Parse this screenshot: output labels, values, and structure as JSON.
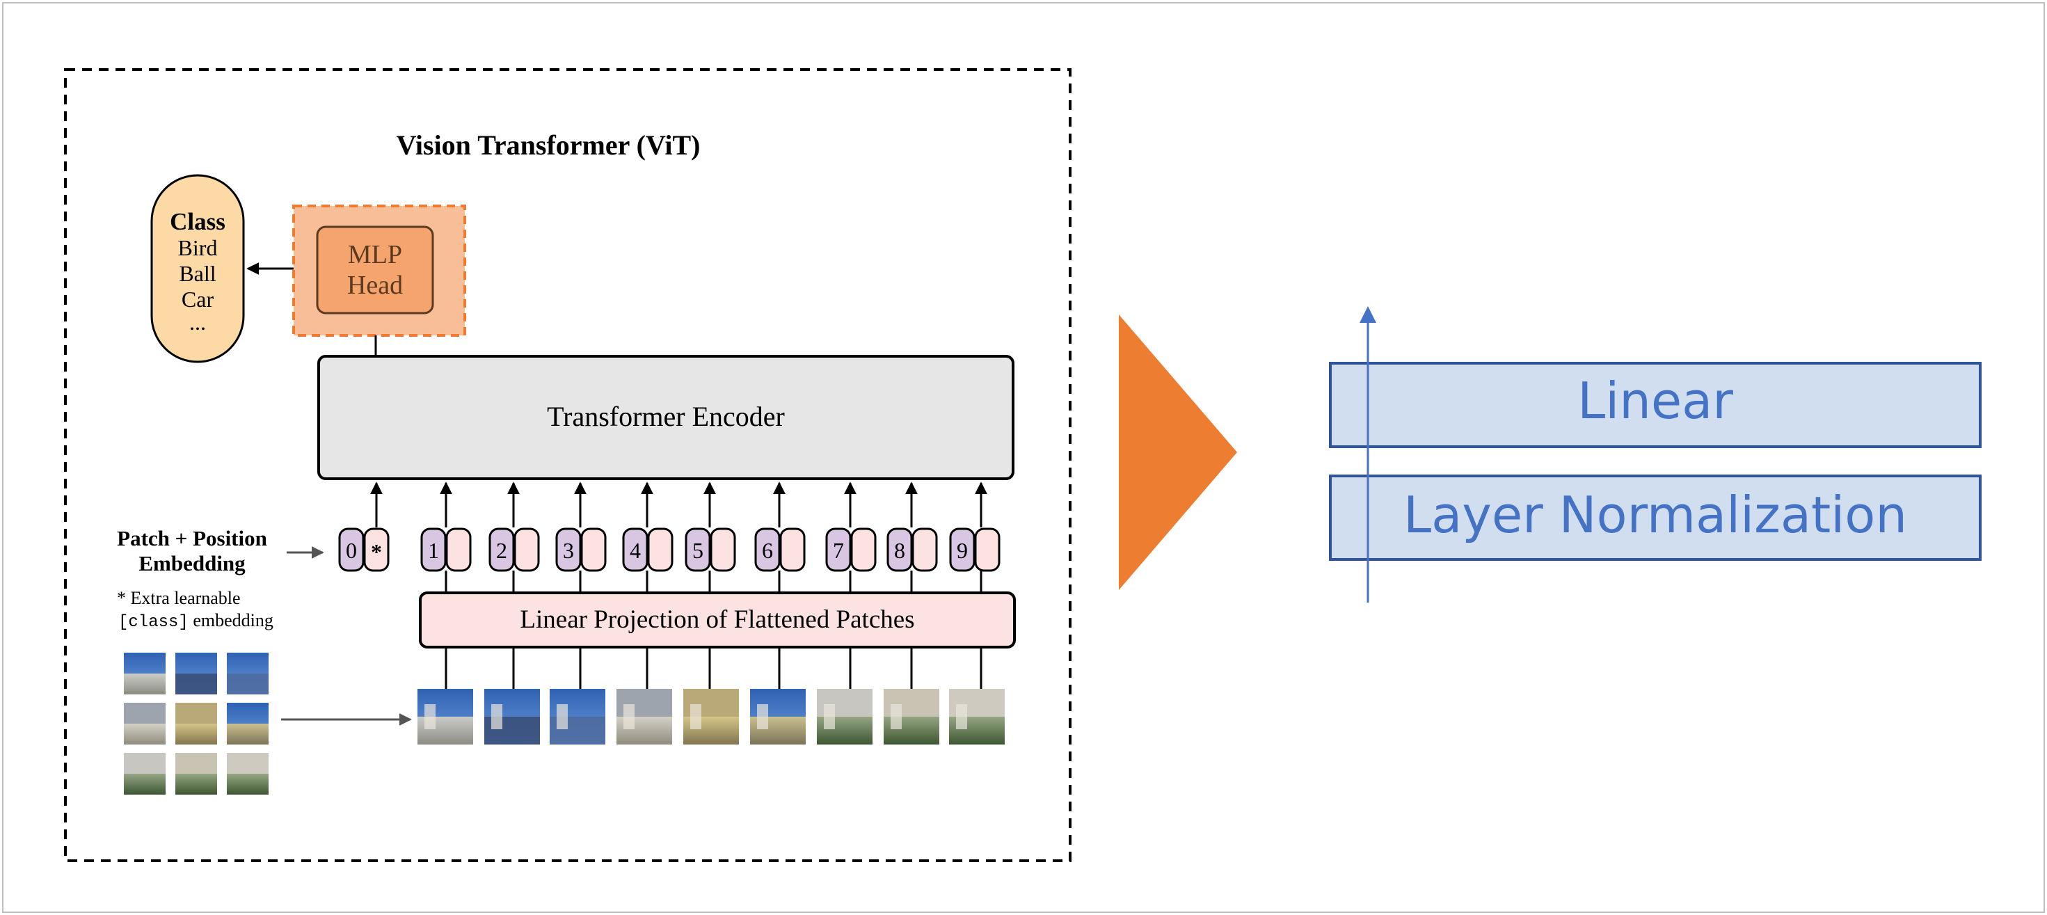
{
  "vit": {
    "title": "Vision Transformer (ViT)",
    "class_box": {
      "heading": "Class",
      "items": [
        "Bird",
        "Ball",
        "Car",
        "..."
      ]
    },
    "mlp_head": {
      "line1": "MLP",
      "line2": "Head"
    },
    "encoder_label": "Transformer Encoder",
    "embedding_label": {
      "line1": "Patch + Position",
      "line2": "Embedding"
    },
    "note": {
      "line1": "* Extra learnable",
      "code": "[class]",
      "line2_suffix": " embedding"
    },
    "tokens": [
      "0",
      "1",
      "2",
      "3",
      "4",
      "5",
      "6",
      "7",
      "8",
      "9"
    ],
    "class_token_symbol": "*",
    "projection_label": "Linear Projection of Flattened Patches"
  },
  "right_panel": {
    "linear_label": "Linear",
    "layernorm_label": "Layer Normalization"
  },
  "colors": {
    "orange_arrow": "#ED7D31",
    "class_fill": "#FDD9A6",
    "mlp_outer_fill": "#F7BE98",
    "mlp_inner_fill": "#F5A46E",
    "mlp_dash": "#F07B30",
    "encoder_fill": "#E6E6E6",
    "projection_fill": "#FDE2E2",
    "pos_purple": "#D8C6E2",
    "pos_pink": "#FDE2E2",
    "block_fill": "#D1DEF0",
    "block_stroke": "#2F5597",
    "block_text": "#4472C4"
  },
  "icons": [
    "right-triangle-arrow-icon",
    "up-arrow-icon"
  ]
}
